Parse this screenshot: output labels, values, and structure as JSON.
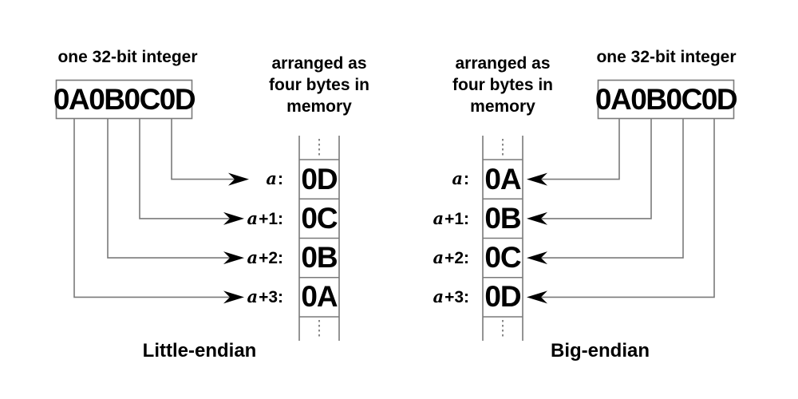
{
  "left": {
    "header": "one 32-bit integer",
    "integer_value": "0A0B0C0D",
    "memory_header_lines": [
      "arranged as",
      "four bytes in",
      "memory"
    ],
    "rows": [
      {
        "label_var": "a",
        "label_rest": ":",
        "byte": "0D"
      },
      {
        "label_var": "a",
        "label_rest": "+1:",
        "byte": "0C"
      },
      {
        "label_var": "a",
        "label_rest": "+2:",
        "byte": "0B"
      },
      {
        "label_var": "a",
        "label_rest": "+3:",
        "byte": "0A"
      }
    ],
    "caption": "Little-endian"
  },
  "right": {
    "header": "one 32-bit integer",
    "integer_value": "0A0B0C0D",
    "memory_header_lines": [
      "arranged as",
      "four bytes in",
      "memory"
    ],
    "rows": [
      {
        "label_var": "a",
        "label_rest": ":",
        "byte": "0A"
      },
      {
        "label_var": "a",
        "label_rest": "+1:",
        "byte": "0B"
      },
      {
        "label_var": "a",
        "label_rest": "+2:",
        "byte": "0C"
      },
      {
        "label_var": "a",
        "label_rest": "+3:",
        "byte": "0D"
      }
    ],
    "caption": "Big-endian"
  },
  "colors": {
    "line": "#7a7a7a",
    "text": "#000000",
    "background": "#ffffff"
  }
}
